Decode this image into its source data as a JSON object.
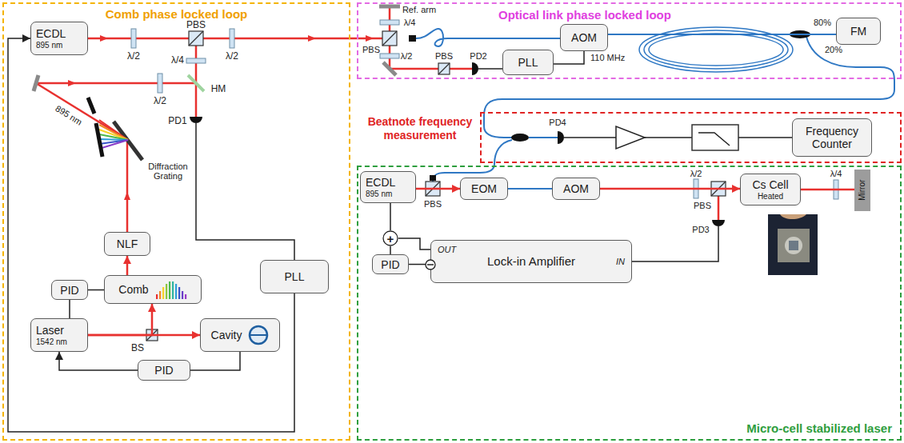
{
  "diagram": {
    "nodes": [
      {
        "text": [
          "Comb phase locked loop"
        ]
      },
      {
        "text": [
          "ECDL",
          "895 nm"
        ],
        "in": 0
      },
      {
        "text": [
          "NLF"
        ],
        "in": 0
      },
      {
        "text": [
          "PLL"
        ],
        "in": 0
      },
      {
        "text": [
          "PID"
        ],
        "in": 0
      },
      {
        "text": [
          "Comb"
        ],
        "in": 0
      },
      {
        "text": [
          "Laser",
          "1542 nm"
        ],
        "in": 0
      },
      {
        "text": [
          "Cavity"
        ],
        "in": 0
      },
      {
        "text": [
          "PID"
        ],
        "in": 0
      },
      {
        "text": [
          "Optical link phase locked loop"
        ]
      },
      {
        "text": [
          "AOM"
        ],
        "in": 9
      },
      {
        "text": [
          "FM"
        ],
        "in": 9
      },
      {
        "text": [
          "PLL"
        ],
        "in": 9
      },
      {
        "text": [
          "Beatnote frequency measurement"
        ]
      },
      {
        "text": [
          "Frequency Counter"
        ],
        "in": 13
      },
      {
        "text": [
          "Micro-cell stabilized laser"
        ]
      },
      {
        "text": [
          "ECDL",
          "895 nm"
        ],
        "in": 15
      },
      {
        "text": [
          "EOM"
        ],
        "in": 15
      },
      {
        "text": [
          "AOM"
        ],
        "in": 15
      },
      {
        "text": [
          "Cs Cell",
          "Heated"
        ],
        "in": 15
      },
      {
        "text": [
          "Mirror"
        ],
        "in": 15
      },
      {
        "text": [
          "+"
        ],
        "in": 15
      },
      {
        "text": [
          "PID"
        ],
        "in": 15
      },
      {
        "text": [
          "OUT",
          "Lock-in Amplifier",
          "IN"
        ],
        "in": 15
      }
    ],
    "edges": [
      {
        "from": 6,
        "to": 5,
        "arrow": "to"
      },
      {
        "from": 6,
        "to": 7,
        "arrow": "to"
      },
      {
        "from": 7,
        "to": 8,
        "arrow": "none"
      },
      {
        "from": 8,
        "to": 6,
        "arrow": "to"
      },
      {
        "from": 4,
        "to": 5,
        "arrow": "none"
      },
      {
        "from": 6,
        "to": 4,
        "arrow": "none"
      },
      {
        "from": 5,
        "to": 2,
        "arrow": "to"
      },
      {
        "from": 3,
        "to": 1,
        "arrow": "to"
      },
      {
        "from": 12,
        "to": 10,
        "label": "110 MHz",
        "arrow": "none"
      },
      {
        "from": 10,
        "to": 11,
        "arrow": "none"
      },
      {
        "from": 16,
        "to": 17,
        "arrow": "to"
      },
      {
        "from": 17,
        "to": 18,
        "arrow": "none"
      },
      {
        "from": 18,
        "to": 19,
        "arrow": "to"
      },
      {
        "from": 19,
        "to": 20,
        "arrow": "none"
      },
      {
        "from": 16,
        "to": 21,
        "arrow": "none"
      },
      {
        "from": 22,
        "to": 21,
        "arrow": "none"
      },
      {
        "from": 23,
        "to": 21,
        "arrow": "none"
      },
      {
        "from": 23,
        "to": 22,
        "arrow": "none"
      }
    ],
    "labels": [
      "λ/2",
      "PBS",
      "λ/2",
      "λ/4",
      "λ/2",
      "HM",
      "PD1",
      "895 nm",
      "Diffraction Grating",
      "BS",
      "Ref. arm",
      "λ/4",
      "PBS",
      "λ/2",
      "PBS",
      "PD2",
      "80%",
      "20%",
      "PD4",
      "PBS",
      "λ/2",
      "PBS",
      "λ/4",
      "PD3"
    ]
  }
}
